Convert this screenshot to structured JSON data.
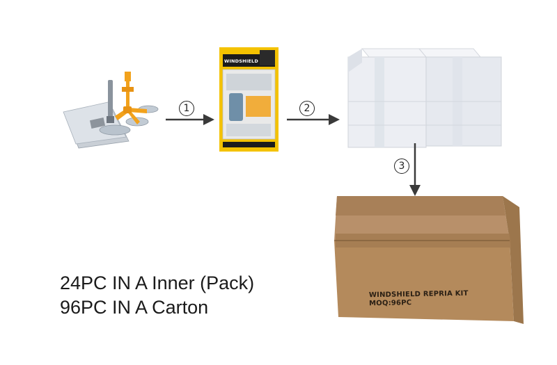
{
  "steps": [
    {
      "marker": "1",
      "from": "kit-parts",
      "to": "blister-pack"
    },
    {
      "marker": "2",
      "from": "blister-pack",
      "to": "inner-packs"
    },
    {
      "marker": "3",
      "from": "inner-packs",
      "to": "carton"
    }
  ],
  "blister_pack": {
    "title": "WINDSHIELD"
  },
  "carton": {
    "print_line1": "WINDSHIELD REPRIA KIT",
    "print_line2": "MOQ:96PC"
  },
  "packing_info": {
    "line1": "24PC IN A Inner (Pack)",
    "line2": "96PC IN A Carton"
  },
  "colors": {
    "arrow": "#3a3a3a",
    "kit_orange": "#f2a21c",
    "pack_yellow": "#f4c200",
    "carton_brown": "#b48a5c",
    "inner_pack": "#eceef3"
  }
}
